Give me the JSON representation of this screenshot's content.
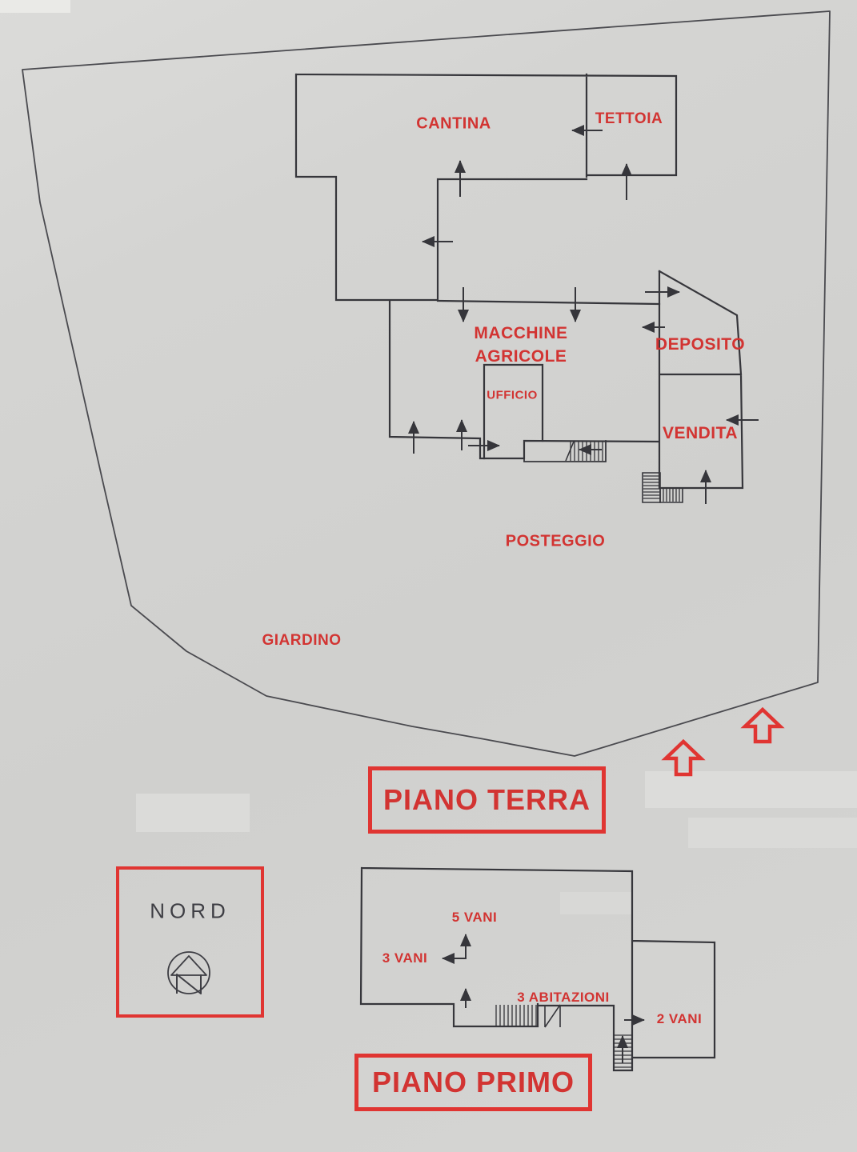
{
  "document": {
    "kind": "Scanned cadastral floor plan",
    "language": "Italian"
  },
  "colors": {
    "paper": "#d3d3d1",
    "label_red": "#d23432",
    "stamp_red": "#e03532",
    "plan_line": "#36363b",
    "boundary_line": "#4a4a4f",
    "compass_ink": "#3e3e44"
  },
  "ground_floor": {
    "title": "PIANO TERRA",
    "rooms": {
      "cantina": "CANTINA",
      "tettoia": "TETTOIA",
      "macchine_agricole": "MACCHINE AGRICOLE",
      "ufficio": "UFFICIO",
      "deposito": "DEPOSITO",
      "vendita": "VENDITA"
    },
    "outdoor": {
      "posteggio": "POSTEGGIO",
      "giardino": "GIARDINO"
    }
  },
  "first_floor": {
    "title": "PIANO PRIMO",
    "annotations": {
      "vani5": "5 VANI",
      "vani3": "3 VANI",
      "abitazioni3": "3 ABITAZIONI",
      "vani2": "2 VANI"
    }
  },
  "compass": {
    "label": "NORD"
  }
}
